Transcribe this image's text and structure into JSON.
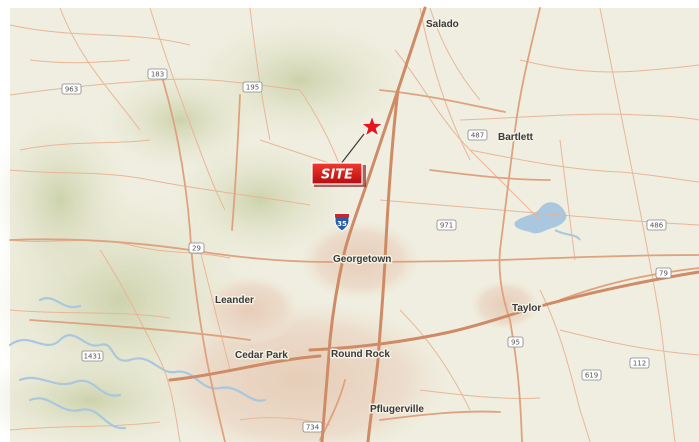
{
  "map": {
    "colors": {
      "land": "#efeee0",
      "terrain": "#d9dcbd",
      "urban": "#e9d9c7",
      "water": "#a9c7de",
      "roads": "#e9b493",
      "highway": "#cf8b66",
      "marker": "#e8161b"
    },
    "cities": [
      "Salado",
      "Bartlett",
      "Georgetown",
      "Leander",
      "Taylor",
      "Cedar Park",
      "Round Rock",
      "Pflugerville"
    ],
    "shields": [
      "183",
      "963",
      "195",
      "487",
      "971",
      "486",
      "29",
      "79",
      "95",
      "1431",
      "619",
      "112",
      "734"
    ],
    "interstate": "35",
    "site_label": "SITE",
    "marker_icon": "red-star-icon"
  }
}
